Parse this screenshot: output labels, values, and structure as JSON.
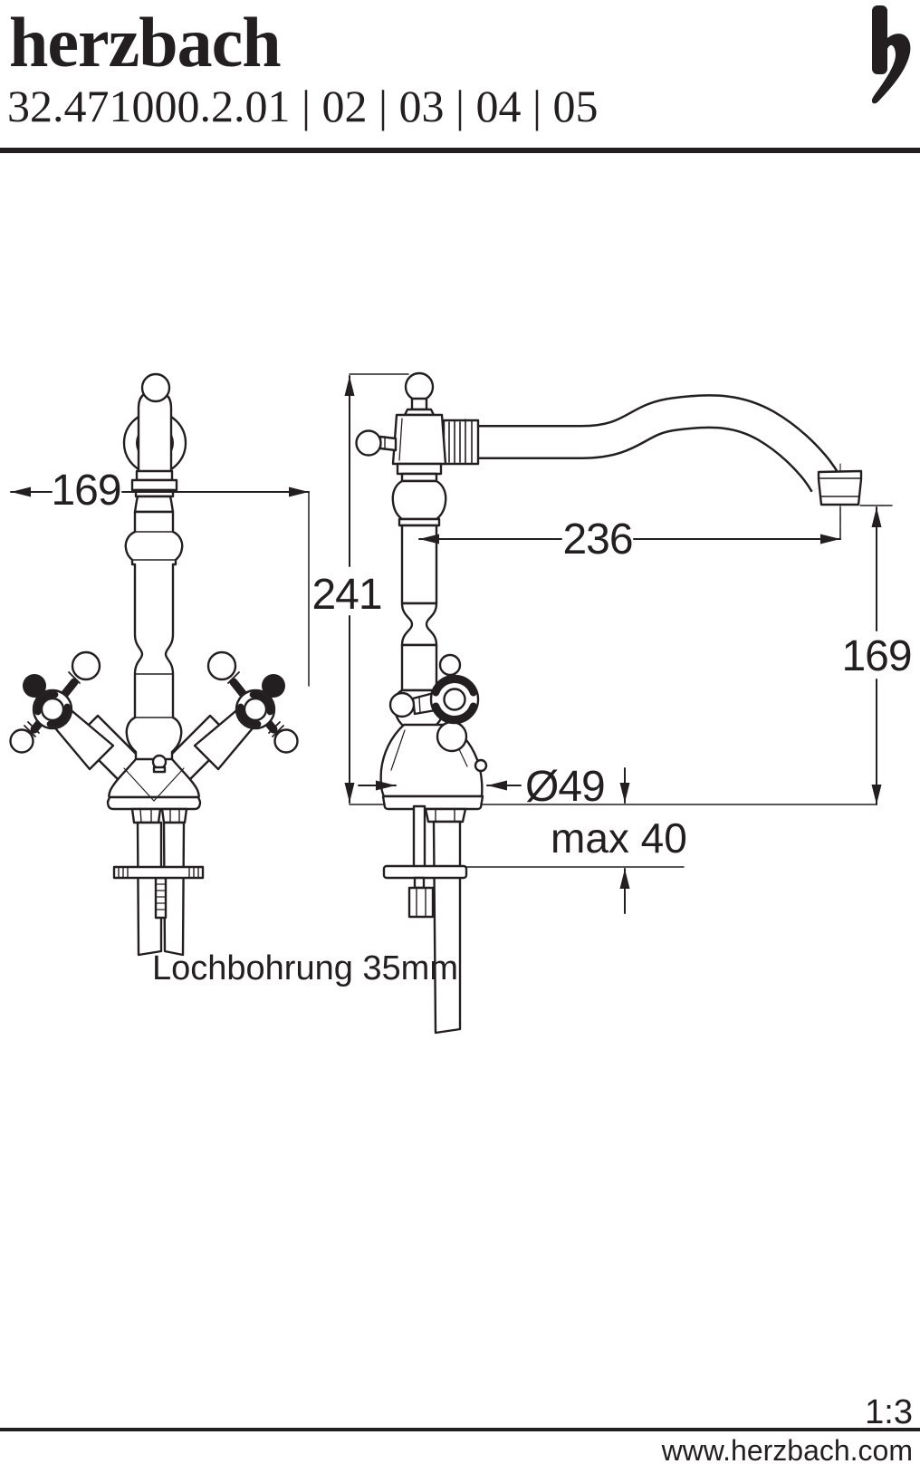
{
  "header": {
    "brand": "herzbach",
    "product_code": "32.471000.2.01 | 02 | 03 | 04 | 05"
  },
  "icons": {
    "logo": "herzbach-h-icon"
  },
  "drawing": {
    "dim_width_front": "169",
    "dim_total_height": "241",
    "dim_spout_reach": "236",
    "dim_spout_height": "169",
    "dim_base_diameter": "Ø49",
    "dim_max_thickness": "max 40",
    "note_hole": "Lochbohrung 35mm"
  },
  "footer": {
    "scale": "1:3",
    "website": "www.herzbach.com"
  },
  "colors": {
    "ink": "#231f20",
    "paper": "#ffffff"
  }
}
